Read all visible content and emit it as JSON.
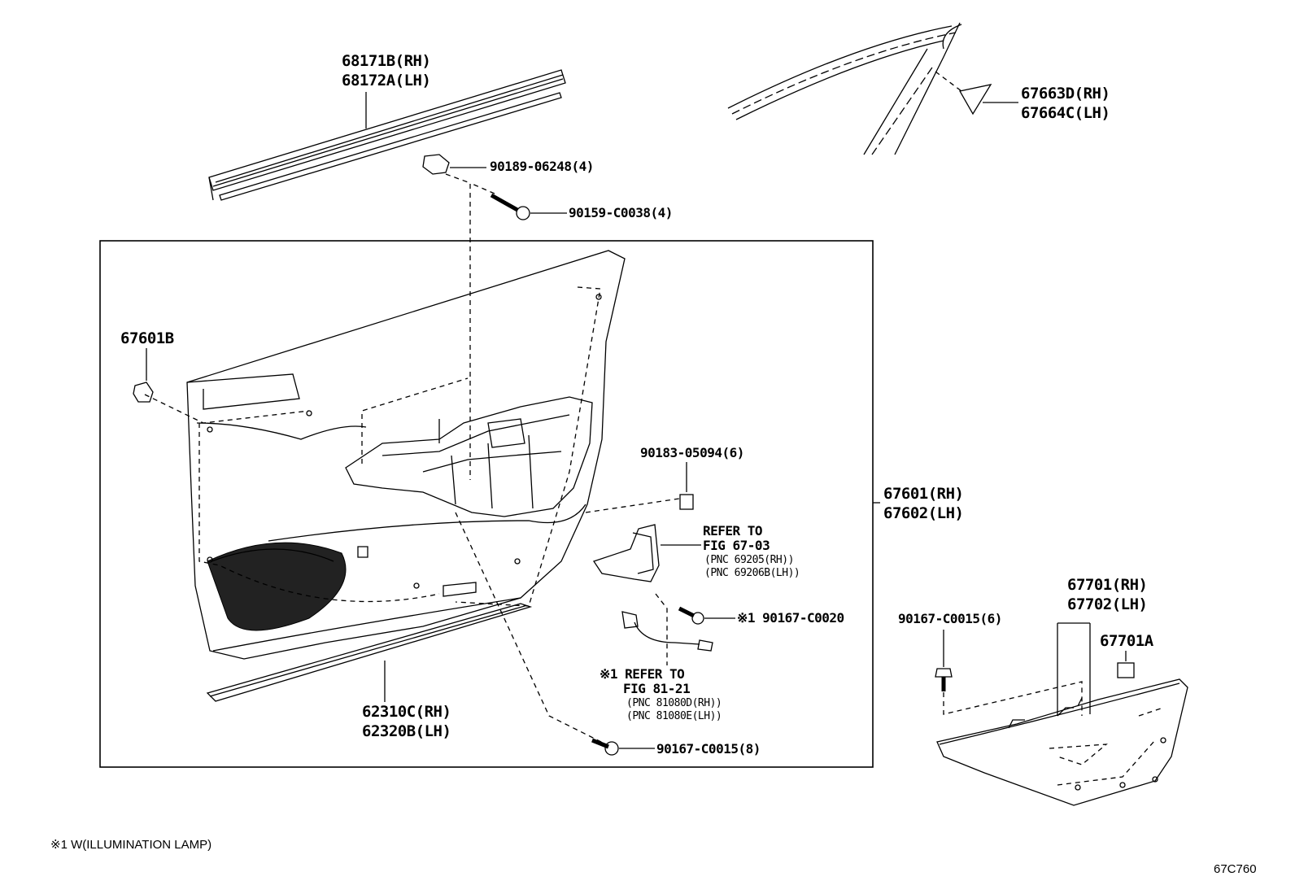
{
  "labels": {
    "p68171b": "68171B(RH)",
    "p68172a": "68172A(LH)",
    "p90189": "90189-06248(4)",
    "p90159": "90159-C0038(4)",
    "p67663d": "67663D(RH)",
    "p67664c": "67664C(LH)",
    "p67601b": "67601B",
    "p90183": "90183-05094(6)",
    "p67601rh": "67601(RH)",
    "p67602lh": "67602(LH)",
    "refer1_l1": "REFER TO",
    "refer1_l2": "FIG 67-03",
    "refer1_l3": "(PNC 69205(RH))",
    "refer1_l4": "(PNC 69206B(LH))",
    "p90167_c0020": "※1 90167-C0020",
    "refer2_l1": "※1 REFER TO",
    "refer2_l2": "FIG 81-21",
    "refer2_l3": "(PNC 81080D(RH))",
    "refer2_l4": "(PNC 81080E(LH))",
    "p62310c": "62310C(RH)",
    "p62320b": "62320B(LH)",
    "p90167_c0015_8": "90167-C0015(8)",
    "p90167_c0015_6": "90167-C0015(6)",
    "p67701rh": "67701(RH)",
    "p67702lh": "67702(LH)",
    "p67701a": "67701A",
    "footnote": "※1 W(ILLUMINATION LAMP)",
    "figure_code": "67C760"
  }
}
